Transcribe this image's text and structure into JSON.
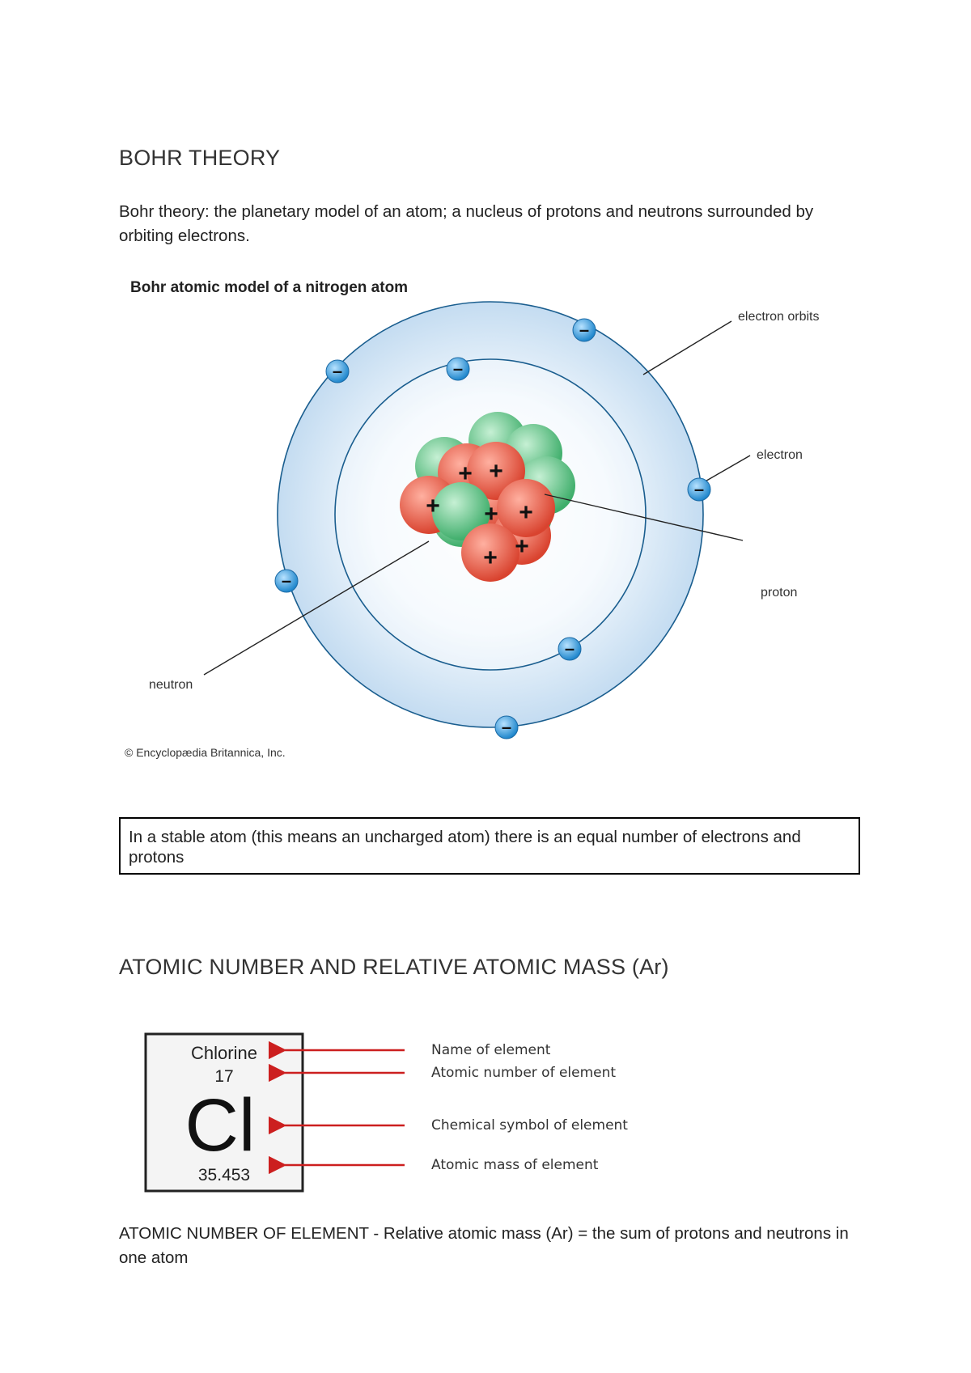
{
  "bohr": {
    "heading": "BOHR THEORY",
    "definition": "Bohr theory: the planetary model of an atom; a nucleus of protons and neutrons surrounded by orbiting electrons."
  },
  "diagram": {
    "title": "Bohr atomic model of a nitrogen atom",
    "labels": {
      "electron_orbits": "electron orbits",
      "electron": "electron",
      "proton": "proton",
      "neutron": "neutron"
    },
    "credit": "© Encyclopædia Britannica, Inc.",
    "electron_sign": "–",
    "proton_sign": "+",
    "colors": {
      "proton": "#e8604c",
      "neutron": "#5cc986",
      "electron": "#3aa0e0",
      "orbit": "#1a5e8f",
      "orbit_band": "#cfe3f5"
    }
  },
  "note": {
    "text": "In a stable atom (this means an uncharged atom) there is an equal number of electrons and protons"
  },
  "atomic": {
    "heading": "ATOMIC NUMBER AND RELATIVE ATOMIC MASS (Ar)",
    "element": {
      "name": "Chlorine",
      "number": "17",
      "symbol": "Cl",
      "mass": "35.453"
    },
    "captions": {
      "name": "Name of element",
      "number": "Atomic number of element",
      "symbol": "Chemical symbol of element",
      "mass": "Atomic mass of element"
    },
    "arrow_color": "#cc1f1f",
    "summary": "ATOMIC NUMBER OF ELEMENT - Relative atomic mass (Ar) = the sum of protons and neutrons in one atom"
  }
}
